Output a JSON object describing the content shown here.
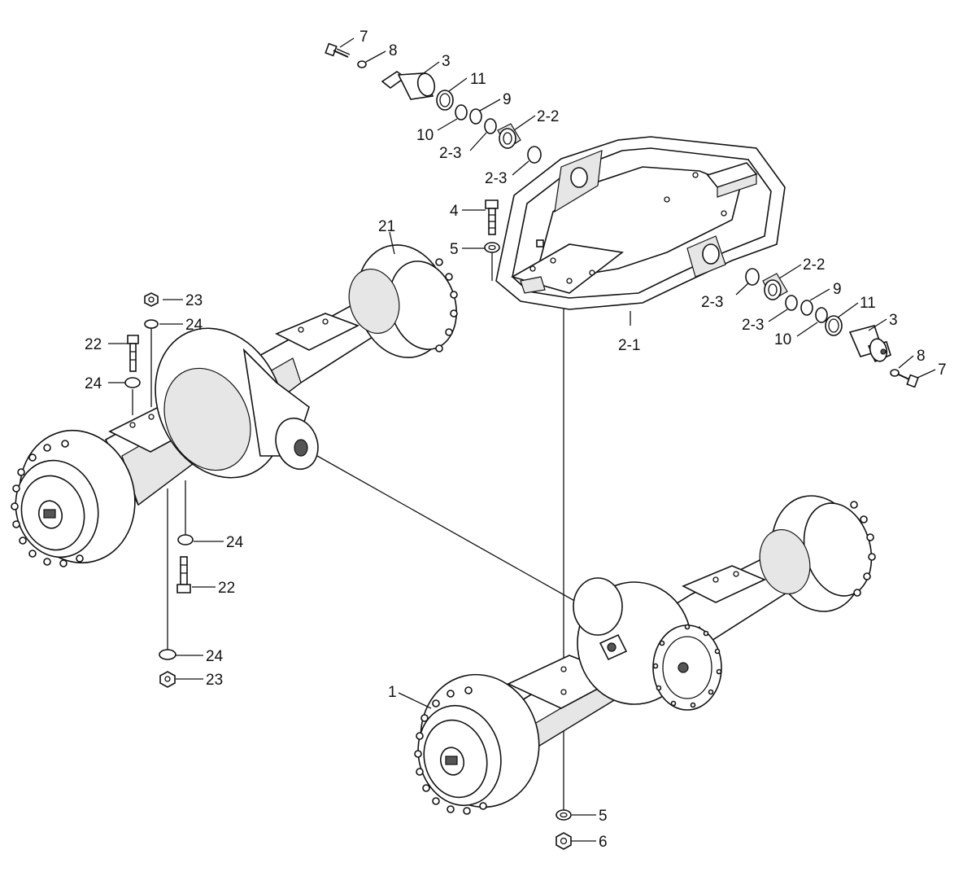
{
  "callouts": [
    {
      "id": "c7-top",
      "text": "7"
    },
    {
      "id": "c8-top",
      "text": "8"
    },
    {
      "id": "c3-top",
      "text": "3"
    },
    {
      "id": "c11-top",
      "text": "11"
    },
    {
      "id": "c9-top",
      "text": "9"
    },
    {
      "id": "c10-top",
      "text": "10"
    },
    {
      "id": "c2-2-top",
      "text": "2-2"
    },
    {
      "id": "c2-3-top-a",
      "text": "2-3"
    },
    {
      "id": "c2-3-top-b",
      "text": "2-3"
    },
    {
      "id": "c4",
      "text": "4"
    },
    {
      "id": "c5-top",
      "text": "5"
    },
    {
      "id": "c2-2-right",
      "text": "2-2"
    },
    {
      "id": "c2-3-right-a",
      "text": "2-3"
    },
    {
      "id": "c9-right",
      "text": "9"
    },
    {
      "id": "c2-3-right-b",
      "text": "2-3"
    },
    {
      "id": "c11-right",
      "text": "11"
    },
    {
      "id": "c10-right",
      "text": "10"
    },
    {
      "id": "c3-right",
      "text": "3"
    },
    {
      "id": "c2-1",
      "text": "2-1"
    },
    {
      "id": "c8-right",
      "text": "8"
    },
    {
      "id": "c7-right",
      "text": "7"
    },
    {
      "id": "c21",
      "text": "21"
    },
    {
      "id": "c23-top",
      "text": "23"
    },
    {
      "id": "c24-a",
      "text": "24"
    },
    {
      "id": "c22-top",
      "text": "22"
    },
    {
      "id": "c24-b",
      "text": "24"
    },
    {
      "id": "c24-c",
      "text": "24"
    },
    {
      "id": "c22-bottom",
      "text": "22"
    },
    {
      "id": "c24-d",
      "text": "24"
    },
    {
      "id": "c23-bottom",
      "text": "23"
    },
    {
      "id": "c1",
      "text": "1"
    },
    {
      "id": "c5-bottom",
      "text": "5"
    },
    {
      "id": "c6",
      "text": "6"
    }
  ]
}
